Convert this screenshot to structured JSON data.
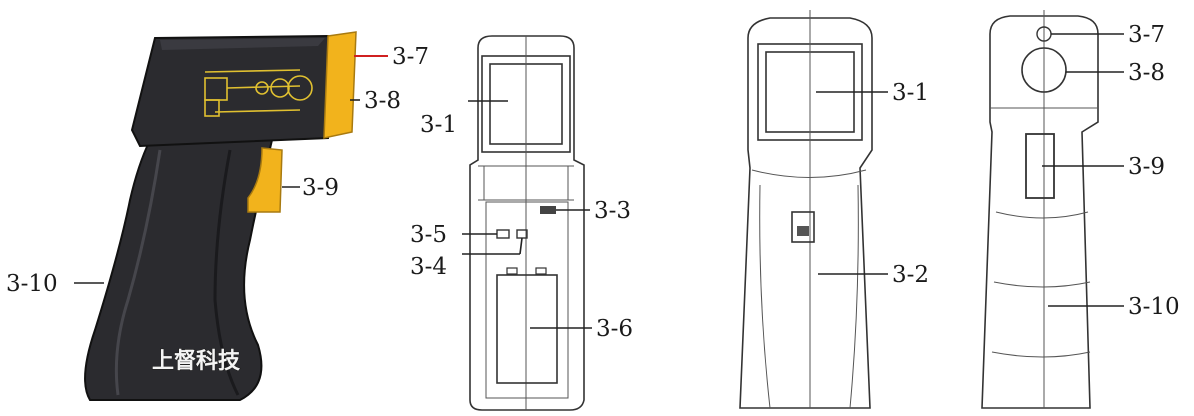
{
  "watermark": "上督科技",
  "colors": {
    "body_dark": "#2b2b2f",
    "accent_yellow": "#f2b31c",
    "print_yellow": "#e0c030",
    "leader_red": "#d02020"
  },
  "labels": {
    "photo": {
      "l37": "3-7",
      "l38": "3-8",
      "l39": "3-9",
      "l310": "3-10"
    },
    "front": {
      "l31": "3-1",
      "l33": "3-3",
      "l35": "3-5",
      "l34": "3-4",
      "l36": "3-6"
    },
    "side": {
      "l31": "3-1",
      "l32": "3-2"
    },
    "back": {
      "l37": "3-7",
      "l38": "3-8",
      "l39": "3-9",
      "l310": "3-10"
    }
  }
}
